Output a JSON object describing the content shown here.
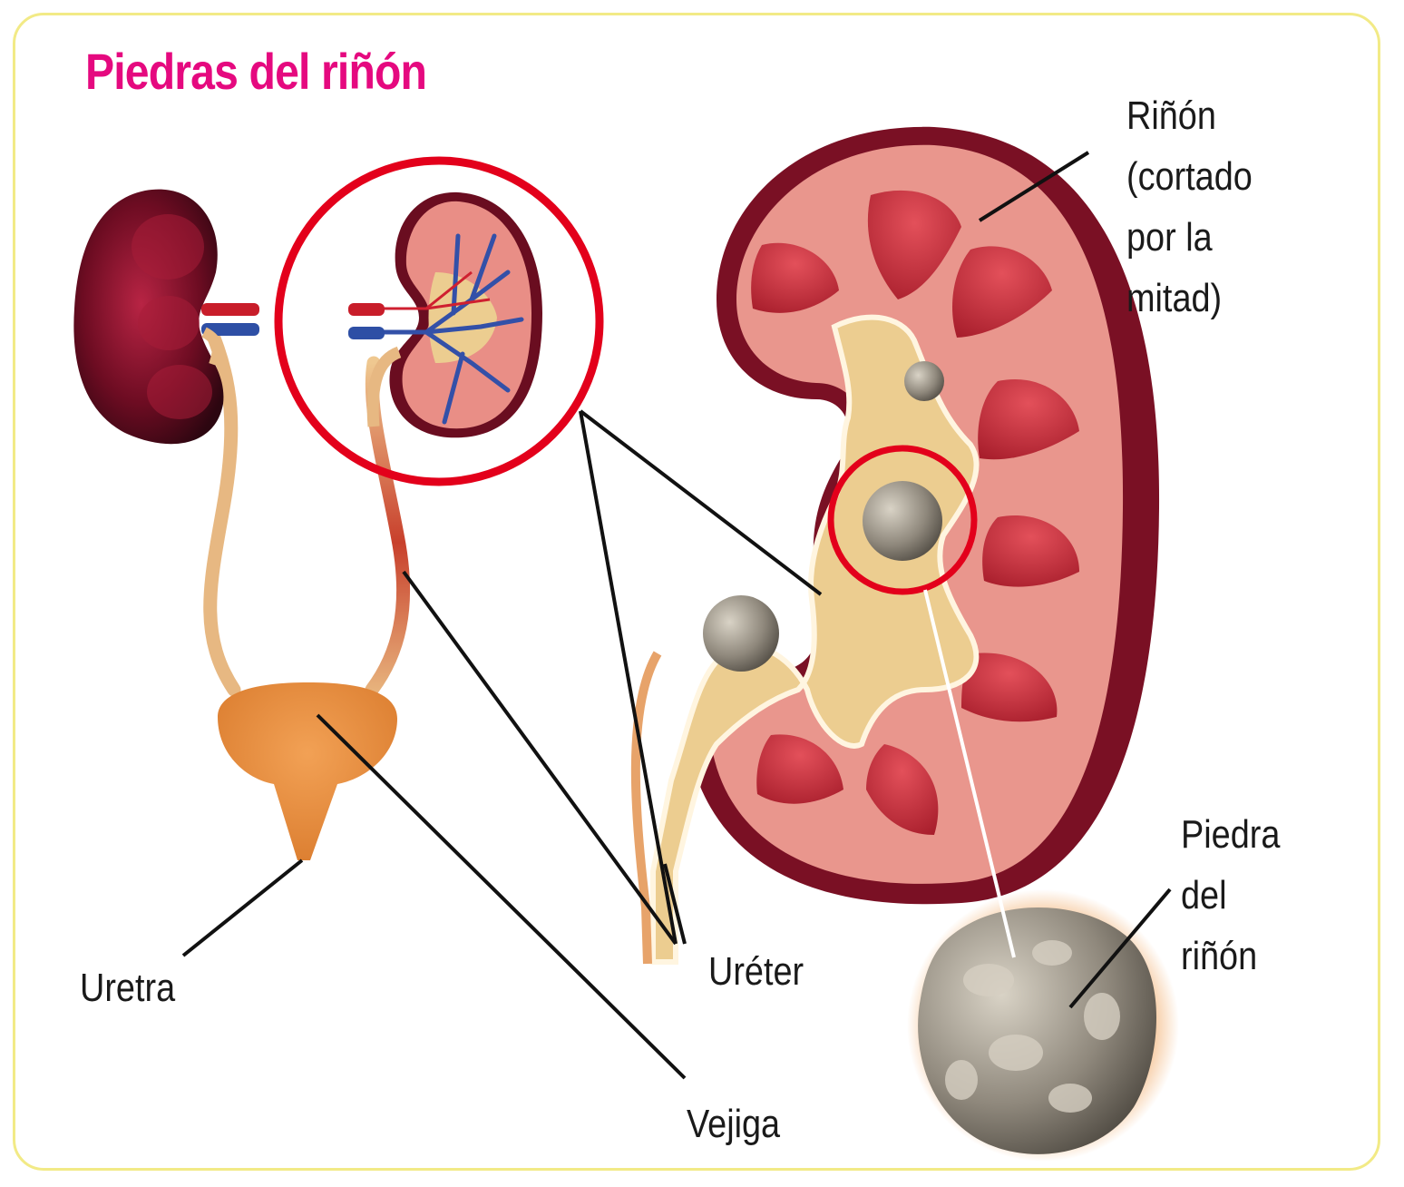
{
  "title": "Piedras del riñón",
  "colors": {
    "title": "#e5097f",
    "highlight_ring": "#e3001b",
    "frame": "#f2ea86",
    "kidney_dark": "#7a1024",
    "kidney_cortex": "#e9988f",
    "pyramid": "#c0303b",
    "urine": "#eccd90",
    "stone": "#9a948a",
    "bladder": "#e98c3a"
  },
  "labels": {
    "rinon": "Riñón\n(cortado\npor la\nmitad)",
    "piedra": "Piedra\ndel\nriñón",
    "ureter": "Uréter",
    "uretra": "Uretra",
    "vejiga": "Vejiga"
  }
}
